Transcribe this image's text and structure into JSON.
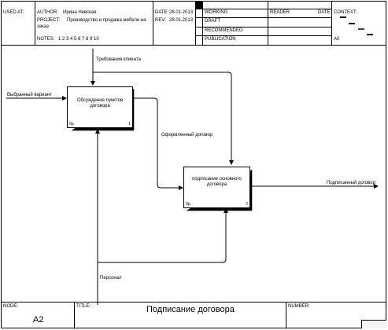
{
  "header": {
    "used_at_label": "USED AT:",
    "author_label": "AUTHOR:",
    "author_value": "Ирина Невская",
    "project_label": "PROJECT:",
    "project_value_line1": "Производство и продажа мебели на",
    "project_value_line2": "заказ",
    "notes_label": "NOTES:",
    "notes_value": "1  2  3  4  5  6  7  8  9  10",
    "date_label": "DATE:",
    "date_value": "28.01.2013",
    "rev_label": "REV:",
    "rev_value": "28.01.2013",
    "status": [
      "WORKING",
      "DRAFT",
      "RECOMMENDED",
      "PUBLICATION"
    ],
    "reader_label": "READER",
    "reader_date_label": "DATE",
    "context_label": "CONTEXT:",
    "context_node": "A0"
  },
  "diagram": {
    "boxes": [
      {
        "label": "Обсуждение пунктов договора",
        "cost": "0р.",
        "number": "1"
      },
      {
        "label": "подписание основного договора",
        "cost": "0р.",
        "number": "2"
      }
    ],
    "arrows": {
      "control": "Требования клиента",
      "input": "Выбранный вариант",
      "intermediate": "Оформленный договор",
      "output": "Подписанный договор",
      "mechanism": "Персонал"
    }
  },
  "footer": {
    "node_label": "NODE:",
    "node_value": "A2",
    "title_label": "TITLE:",
    "title_value": "Подписание договора",
    "number_label": "NUMBER:"
  }
}
